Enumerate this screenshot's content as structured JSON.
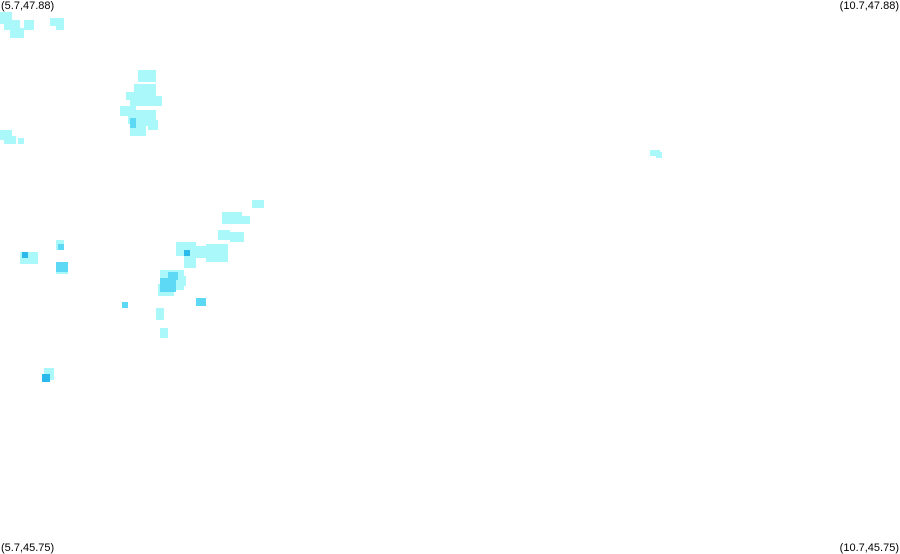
{
  "map": {
    "corners": {
      "top_left": "(5.7,47.88)",
      "top_right": "(10.7,47.88)",
      "bottom_left": "(5.7,45.75)",
      "bottom_right": "(10.7,45.75)"
    },
    "bounds": {
      "lon_min": 5.7,
      "lon_max": 10.7,
      "lat_min": 45.75,
      "lat_max": 47.88
    },
    "colors": {
      "background": "#ffffff",
      "low": "#aaf8fa",
      "medium": "#5dd8f5",
      "high": "#2bb8ea"
    }
  }
}
